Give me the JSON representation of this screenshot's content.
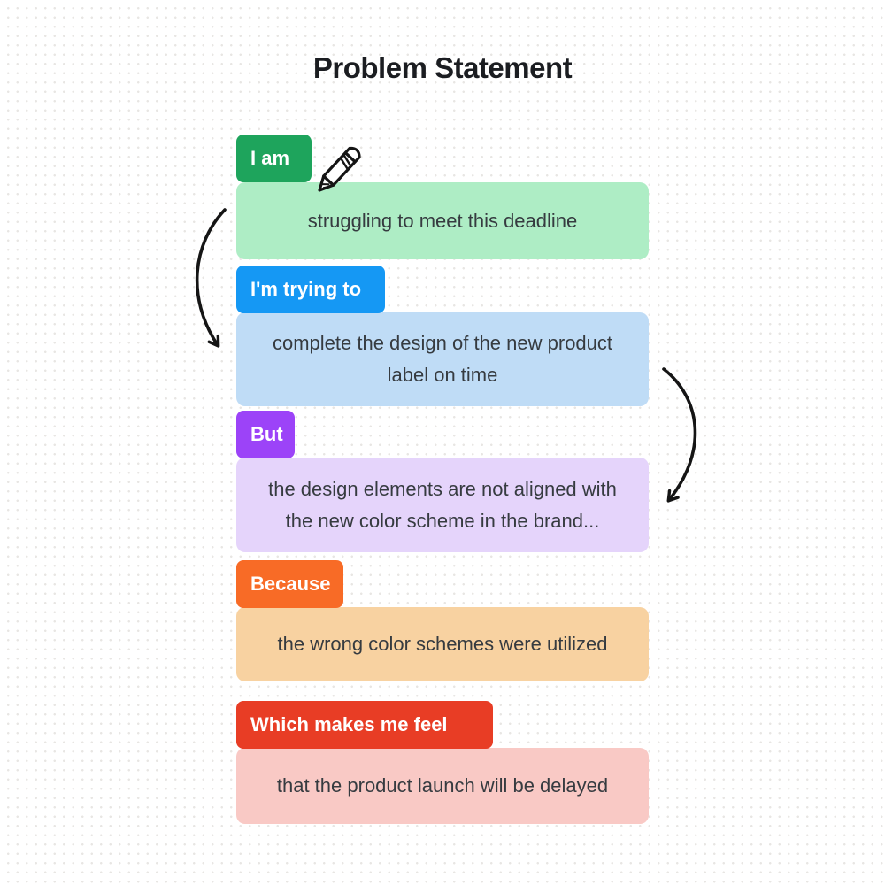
{
  "title": "Problem Statement",
  "colors": {
    "board_background": "#FFFFFF",
    "dot_grid": "#E8E6E3",
    "title_text": "#1B1D21",
    "box_text": "#363B40",
    "ink": "#151515"
  },
  "sections": [
    {
      "label": "I am",
      "label_bg": "#1EA45C",
      "box_bg": "#AEEDC5",
      "lines": [
        "struggling to meet this deadline"
      ]
    },
    {
      "label": "I'm trying to",
      "label_bg": "#1598F4",
      "box_bg": "#BFDCF6",
      "lines": [
        "complete the design of the new product",
        "label on time"
      ]
    },
    {
      "label": "But",
      "label_bg": "#9C43F8",
      "box_bg": "#E5D4FB",
      "lines": [
        "the design elements are not aligned with",
        "the new color scheme in the brand..."
      ]
    },
    {
      "label": "Because",
      "label_bg": "#F86B26",
      "box_bg": "#F8D2A1",
      "lines": [
        "the wrong color schemes were utilized"
      ]
    },
    {
      "label": "Which makes me feel",
      "label_bg": "#E83D25",
      "box_bg": "#F9C9C5",
      "lines": [
        "that the product launch will be delayed"
      ]
    }
  ],
  "decorations": {
    "pencil": "pencil-icon",
    "left_arrow": "curved-arrow-down-left-icon",
    "right_arrow": "curved-arrow-down-right-icon"
  }
}
